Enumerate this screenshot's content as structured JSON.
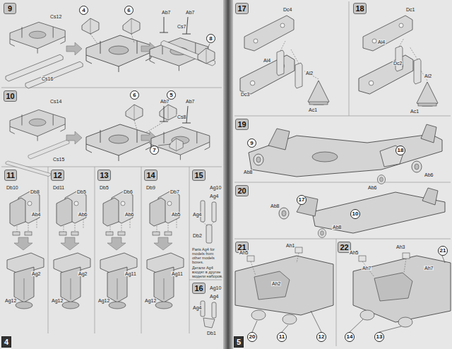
{
  "diagram": {
    "nodes": [
      {
        "text": [
          "9"
        ]
      },
      {
        "text": [
          "4"
        ]
      },
      {
        "text": [
          "6"
        ]
      },
      {
        "text": [
          "8"
        ]
      },
      {
        "text": [
          "10"
        ]
      },
      {
        "text": [
          "6"
        ]
      },
      {
        "text": [
          "5"
        ]
      },
      {
        "text": [
          "7"
        ]
      },
      {
        "text": [
          "11"
        ]
      },
      {
        "text": [
          "12"
        ]
      },
      {
        "text": [
          "13"
        ]
      },
      {
        "text": [
          "14"
        ]
      },
      {
        "text": [
          "15"
        ]
      },
      {
        "text": [
          "16"
        ]
      },
      {
        "text": [
          "4"
        ]
      },
      {
        "text": [
          "17"
        ]
      },
      {
        "text": [
          "18"
        ]
      },
      {
        "text": [
          "19"
        ]
      },
      {
        "text": [
          "9"
        ]
      },
      {
        "text": [
          "18"
        ]
      },
      {
        "text": [
          "20"
        ]
      },
      {
        "text": [
          "17"
        ]
      },
      {
        "text": [
          "10"
        ]
      },
      {
        "text": [
          "21"
        ]
      },
      {
        "text": [
          "22"
        ]
      },
      {
        "text": [
          "21"
        ]
      },
      {
        "text": [
          "20"
        ]
      },
      {
        "text": [
          "11"
        ]
      },
      {
        "text": [
          "12"
        ]
      },
      {
        "text": [
          "14"
        ]
      },
      {
        "text": [
          "13"
        ]
      },
      {
        "text": [
          "5"
        ]
      }
    ],
    "labels": [
      "Cs12",
      "Cs16",
      "Ab7",
      "Ab7",
      "Cs7",
      "Cs14",
      "Cs15",
      "Ab7",
      "Ab7",
      "Cs8",
      "Db10",
      "Db8",
      "Ab4",
      "Ag2",
      "Ag12",
      "Dd11",
      "Db5",
      "Ab6",
      "Ag2",
      "Ag12",
      "Db5",
      "Db6",
      "Ab6",
      "Ag11",
      "Ag12",
      "Db9",
      "Db7",
      "Ab5",
      "Ag11",
      "Ag12",
      "Ag10",
      "Ag4",
      "Ag4",
      "Db2",
      "Parts Ag4 for models from other models boxes.",
      "Детали Ag4 входят в другие модели наборов.",
      "Ag10",
      "Ag4",
      "Ag4",
      "Db1",
      "Dc4",
      "Dc3",
      "Ai4",
      "Ai2",
      "Ac1",
      "Dc1",
      "Dc2",
      "Ai4",
      "Ai2",
      "Ac1",
      "Ab8",
      "Ab6",
      "Ab6",
      "Ab8",
      "Ab8",
      "Ah5",
      "Ah1",
      "Ah2",
      "Ah5",
      "Ah3",
      "Ah7",
      "Ah7"
    ]
  }
}
